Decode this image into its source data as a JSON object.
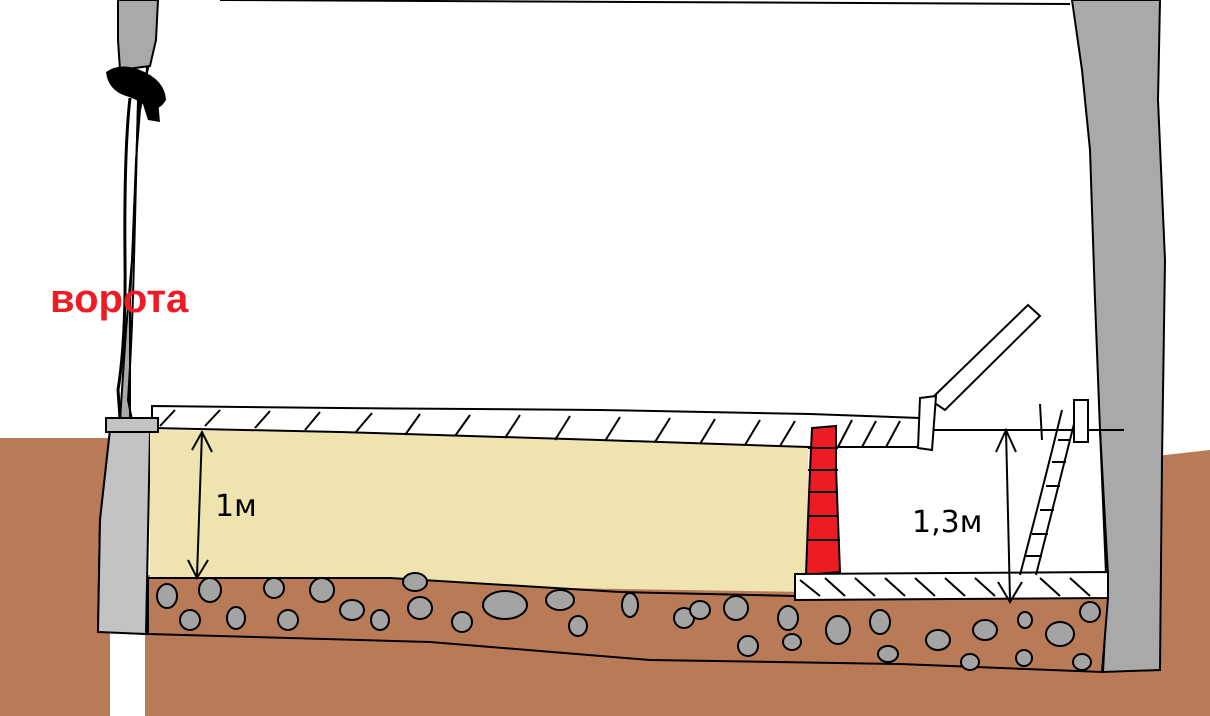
{
  "labels": {
    "gate": "ворота",
    "depth_fill": "1м",
    "depth_pit": "1,3м"
  },
  "colors": {
    "soil": "#b97a57",
    "sand": "#efe4b0",
    "concrete": "#c3c3c3",
    "wall": "#a9a9a9",
    "brick_wall": "#ed1c24",
    "gate_label": "#ed1c24",
    "stone": "#a4a4a4",
    "line": "#000000"
  },
  "icons": [
    "gate-hinge-icon",
    "ladder-icon",
    "handle-lever-icon"
  ]
}
